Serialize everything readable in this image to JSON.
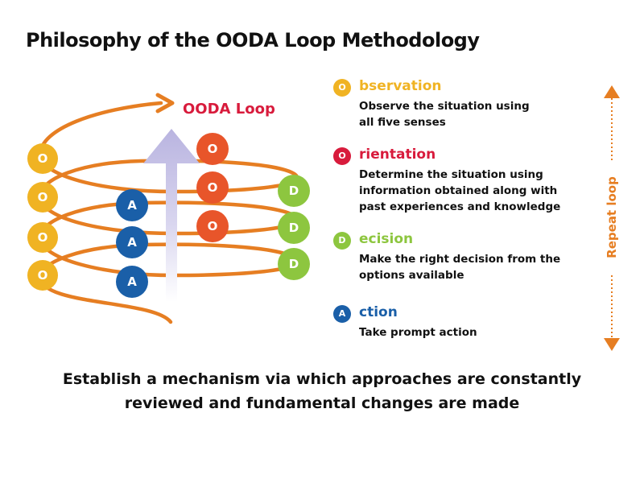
{
  "title": "Philosophy of the OODA Loop Methodology",
  "loop_label": "OODA Loop",
  "colors": {
    "orange": "#e67e22",
    "observe": "#f0b323",
    "orient": "#d81b3c",
    "orient_node": "#e8552a",
    "decide": "#8dc63f",
    "act": "#1a5fa8",
    "arrow": "#c7c3e6"
  },
  "nodes": {
    "observe_letter": "O",
    "orient_letter": "O",
    "decide_letter": "D",
    "act_letter": "A"
  },
  "legend": [
    {
      "letter": "O",
      "head": "bservation",
      "desc": [
        "Observe the situation using",
        "all five senses"
      ],
      "color": "#f0b323",
      "head_color": "#f0b323"
    },
    {
      "letter": "O",
      "head": "rientation",
      "desc": [
        "Determine the situation using",
        "information obtained along with",
        "past experiences and knowledge"
      ],
      "color": "#d81b3c",
      "head_color": "#d81b3c"
    },
    {
      "letter": "D",
      "head": "ecision",
      "desc": [
        "Make the right decision from the",
        "options available"
      ],
      "color": "#8dc63f",
      "head_color": "#8dc63f"
    },
    {
      "letter": "A",
      "head": "ction",
      "desc": [
        "Take prompt action"
      ],
      "color": "#1a5fa8",
      "head_color": "#1a5fa8"
    }
  ],
  "repeat_label": "Repeat loop",
  "footer_lines": [
    "Establish a mechanism via which approaches are constantly",
    "reviewed and fundamental changes are made"
  ]
}
